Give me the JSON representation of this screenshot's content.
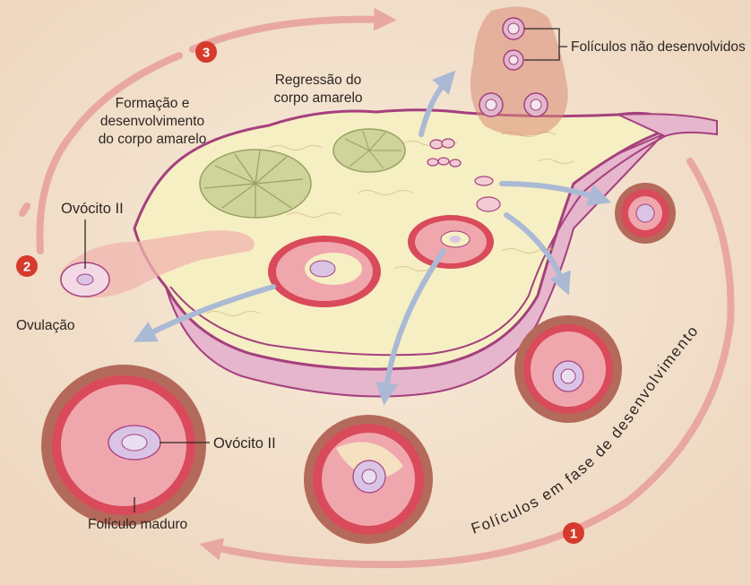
{
  "labels": {
    "undeveloped_follicles": "Folículos não desenvolvidos",
    "corpus_luteum_regression_line1": "Regressão do",
    "corpus_luteum_regression_line2": "corpo amarelo",
    "corpus_luteum_formation_line1": "Formação e",
    "corpus_luteum_formation_line2": "desenvolvimento",
    "corpus_luteum_formation_line3": "do corpo amarelo",
    "oocyte_top": "Ovócito II",
    "ovulation": "Ovulação",
    "oocyte_mature": "Ovócito II",
    "mature_follicle": "Folículo maduro",
    "developing_follicles": "Folículos em fase de desenvolvimento"
  },
  "steps": {
    "one": "1",
    "two": "2",
    "three": "3"
  },
  "colors": {
    "background": "#f3e3cf",
    "ovary_body": "#f6efc4",
    "ovary_bottom": "#e6b6cd",
    "ovary_outline": "#a5407d",
    "corpus_luteum": "#cfd49a",
    "follicle_red": "#d94a5b",
    "follicle_pink": "#f0a6ad",
    "theca_brown": "#b46a5a",
    "oocyte_lilac": "#d9c4e6",
    "cycle_arrow": "#e9a7a3",
    "step_badge": "#d63a2c",
    "flow_arrow": "#aab9d4"
  }
}
